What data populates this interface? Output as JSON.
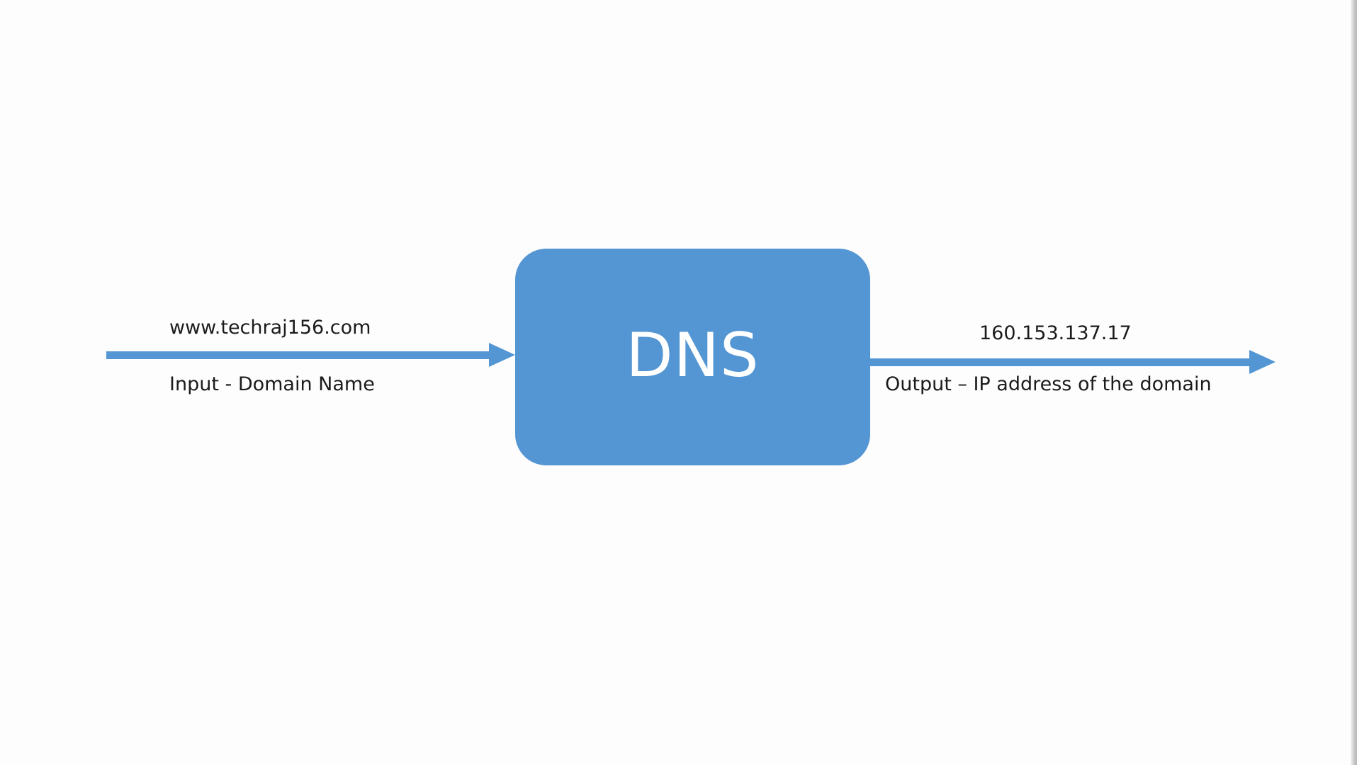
{
  "diagram": {
    "node": {
      "label": "DNS"
    },
    "input": {
      "value": "www.techraj156.com",
      "caption": "Input -  Domain Name"
    },
    "output": {
      "value": "160.153.137.17",
      "caption": "Output – IP address of the domain"
    },
    "colors": {
      "accent": "#5396d3",
      "text": "#1b1b1b",
      "background": "#fdfdfd"
    }
  }
}
